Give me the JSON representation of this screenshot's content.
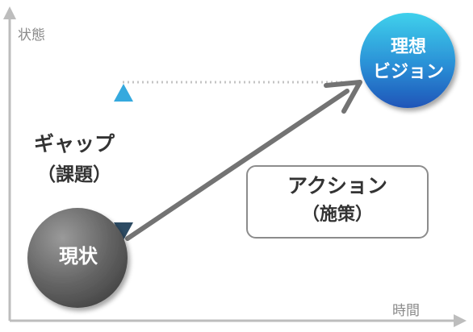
{
  "axes": {
    "y_label": "状態",
    "x_label": "時間"
  },
  "current_state": {
    "label": "現状"
  },
  "ideal_state": {
    "line1": "理想",
    "line2": "ビジョン"
  },
  "gap": {
    "line1": "ギャップ",
    "line2": "（課題）"
  },
  "action": {
    "line1": "アクション",
    "line2": "（施策）"
  },
  "colors": {
    "axis": "#bdbdbd",
    "arrow": "#737373",
    "gap_arrow_top": "#35a9de",
    "gap_arrow_bottom": "#2d4b63",
    "current_circle": "#5b5b5b",
    "ideal_circle_top": "#3fd0ec",
    "ideal_circle_bottom": "#1f55b8",
    "box_border": "#8c8c8c"
  }
}
